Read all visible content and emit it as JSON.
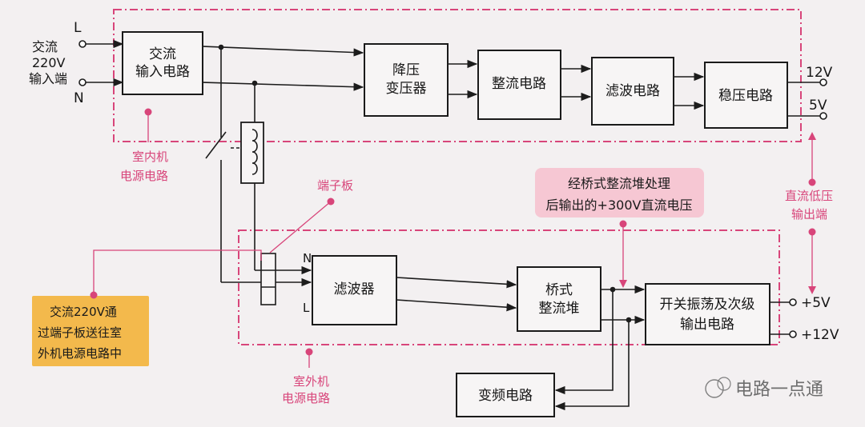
{
  "input": {
    "line1": "交流",
    "line2": "220V",
    "line3": "输入端",
    "L": "L",
    "N": "N"
  },
  "blocks": {
    "ac_input_1": "交流",
    "ac_input_2": "输入电路",
    "stepdown_1": "降压",
    "stepdown_2": "变压器",
    "rectifier": "整流电路",
    "filter": "滤波电路",
    "regulator": "稳压电路",
    "outdoor_filter": "滤波器",
    "bridge_1": "桥式",
    "bridge_2": "整流堆",
    "switch_1": "开关振荡及次级",
    "switch_2": "输出电路",
    "inverter": "变频电路"
  },
  "outputs": {
    "indoor_12v": "12V",
    "indoor_5v": "5V",
    "outdoor_5v": "+5V",
    "outdoor_12v": "+12V",
    "terminal_N": "N",
    "terminal_L": "L"
  },
  "annotations": {
    "indoor_power_1": "室内机",
    "indoor_power_2": "电源电路",
    "outdoor_power_1": "室外机",
    "outdoor_power_2": "电源电路",
    "terminal_board": "端子板",
    "dc_low_1": "直流低压",
    "dc_low_2": "输出端",
    "bridge_note_1": "经桥式整流堆处理",
    "bridge_note_2": "后输出的+300V直流电压",
    "ac_note_1": "交流220V通",
    "ac_note_2": "过端子板送往室",
    "ac_note_3": "外机电源电路中"
  },
  "watermark": "电路一点通",
  "colors": {
    "accent": "#d8457a",
    "highlight_yellow": "#f3b94c",
    "highlight_pink": "#f6c7d3",
    "line": "#1c1c1c"
  }
}
